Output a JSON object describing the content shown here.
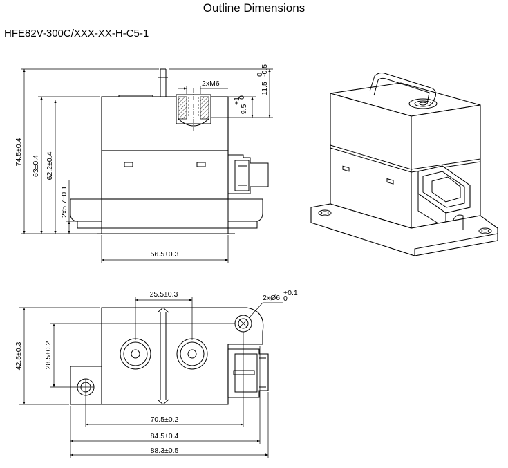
{
  "title": "Outline Dimensions",
  "model": "HFE82V-300C/XXX-XX-H-C5-1",
  "front_view": {
    "thread_label": "2xM6",
    "overall_height": "74.5±0.4",
    "body_height": "63±0.4",
    "cover_height": "62.2±0.4",
    "flange_height": "2x5.7±0.1",
    "width": "56.5±0.3",
    "terminal_height_base": "11.5",
    "terminal_height_upper": "0",
    "terminal_height_lower": "-0.5",
    "thread_depth_base": "9.5",
    "thread_depth_upper": "+1",
    "thread_depth_lower": "0"
  },
  "top_view": {
    "terminal_spacing": "25.5±0.3",
    "hole_label": "2xØ6",
    "hole_upper": "+0.1",
    "hole_lower": "0",
    "depth": "42.5±0.3",
    "inner_depth": "28.5±0.2",
    "hole_spacing": "70.5±0.2",
    "flange_length": "84.5±0.4",
    "overall_length": "88.3±0.5"
  }
}
